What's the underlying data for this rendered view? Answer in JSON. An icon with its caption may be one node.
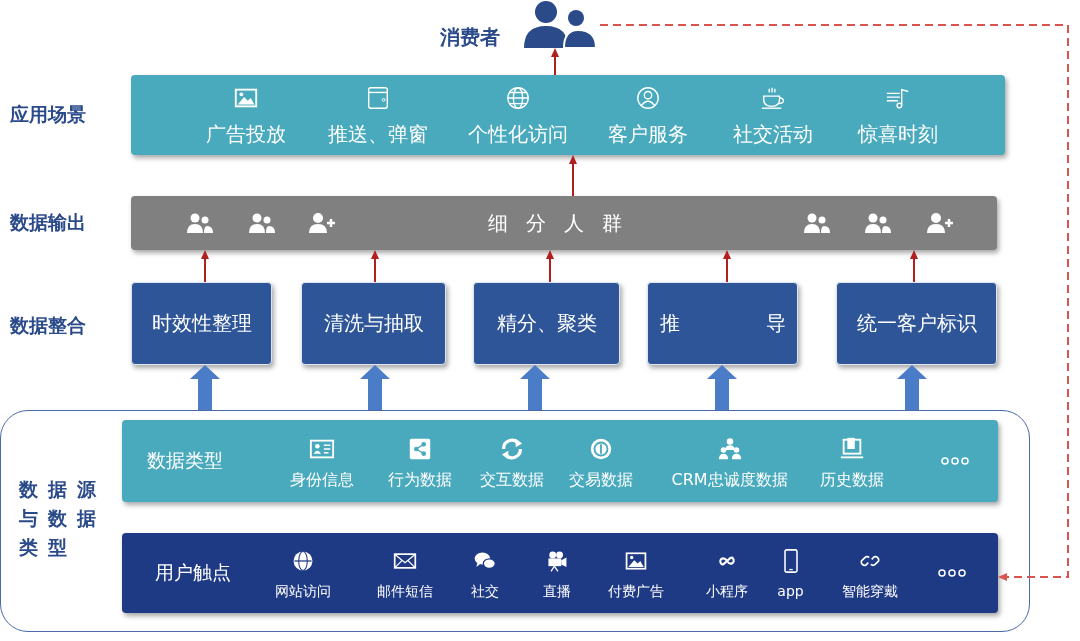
{
  "diagram": {
    "nodes": [
      {
        "text": [
          "消费者"
        ]
      },
      {
        "text": [
          "应用场景",
          "广告投放",
          "推送、弹窗",
          "个性化访问",
          "客户服务",
          "社交活动",
          "惊喜时刻"
        ]
      },
      {
        "text": [
          "数据输出",
          "细分人群"
        ]
      },
      {
        "text": [
          "时效性整理"
        ]
      },
      {
        "text": [
          "清洗与抽取"
        ]
      },
      {
        "text": [
          "精分、聚类"
        ]
      },
      {
        "text": [
          "推导"
        ]
      },
      {
        "text": [
          "统一客户标识"
        ]
      },
      {
        "text": [
          "数据源与数据类型"
        ]
      },
      {
        "text": [
          "数据类型",
          "身份信息",
          "行为数据",
          "交互数据",
          "交易数据",
          "CRM忠诚度数据",
          "历史数据"
        ],
        "in": 8
      },
      {
        "text": [
          "用户触点",
          "网站访问",
          "邮件短信",
          "社交",
          "直播",
          "付费广告",
          "小程序",
          "app",
          "智能穿戴"
        ],
        "in": 8
      }
    ],
    "edges": [
      {
        "from": 1,
        "to": 0,
        "arrow": "to"
      },
      {
        "from": 2,
        "to": 1,
        "arrow": "to"
      },
      {
        "from": 3,
        "to": 2,
        "arrow": "to"
      },
      {
        "from": 4,
        "to": 2,
        "arrow": "to"
      },
      {
        "from": 5,
        "to": 2,
        "arrow": "to"
      },
      {
        "from": 6,
        "to": 2,
        "arrow": "to"
      },
      {
        "from": 7,
        "to": 2,
        "arrow": "to"
      },
      {
        "from": 8,
        "to": 3,
        "arrow": "to",
        "style": "thick",
        "color": "#4a7cc7"
      },
      {
        "from": 8,
        "to": 4,
        "arrow": "to",
        "style": "thick",
        "color": "#4a7cc7"
      },
      {
        "from": 8,
        "to": 5,
        "arrow": "to",
        "style": "thick",
        "color": "#4a7cc7"
      },
      {
        "from": 8,
        "to": 6,
        "arrow": "to",
        "style": "thick",
        "color": "#4a7cc7"
      },
      {
        "from": 8,
        "to": 7,
        "arrow": "to",
        "style": "thick",
        "color": "#4a7cc7"
      },
      {
        "from": 0,
        "to": 10,
        "arrow": "to",
        "style": "dashed",
        "color": "#d9534f"
      }
    ],
    "labels": [
      "数据整合"
    ]
  }
}
